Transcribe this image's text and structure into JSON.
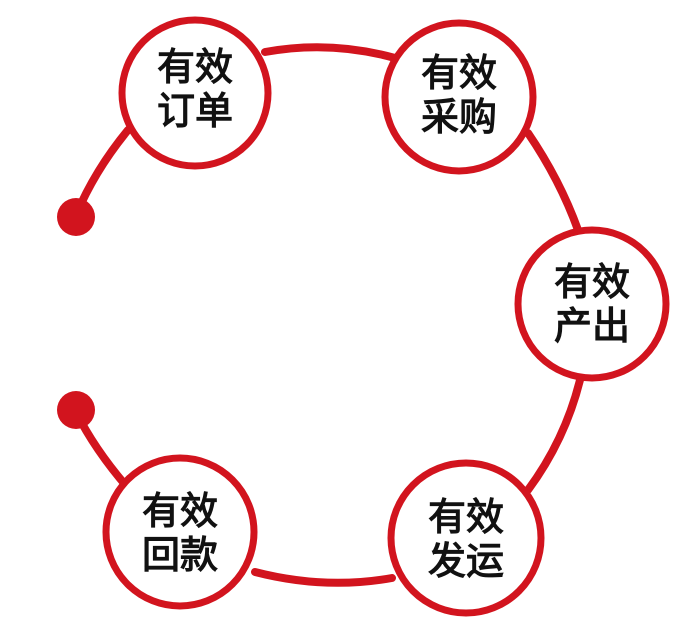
{
  "colors": {
    "ring": "#d2141e",
    "node_border": "#d2141e",
    "node_fill": "#ffffff",
    "text": "#111111"
  },
  "diagram": {
    "nodes": [
      {
        "id": "order",
        "line1": "有效",
        "line2": "订单"
      },
      {
        "id": "purchase",
        "line1": "有效",
        "line2": "采购"
      },
      {
        "id": "output",
        "line1": "有效",
        "line2": "产出"
      },
      {
        "id": "shipping",
        "line1": "有效",
        "line2": "发运"
      },
      {
        "id": "payment",
        "line1": "有效",
        "line2": "回款"
      }
    ]
  }
}
